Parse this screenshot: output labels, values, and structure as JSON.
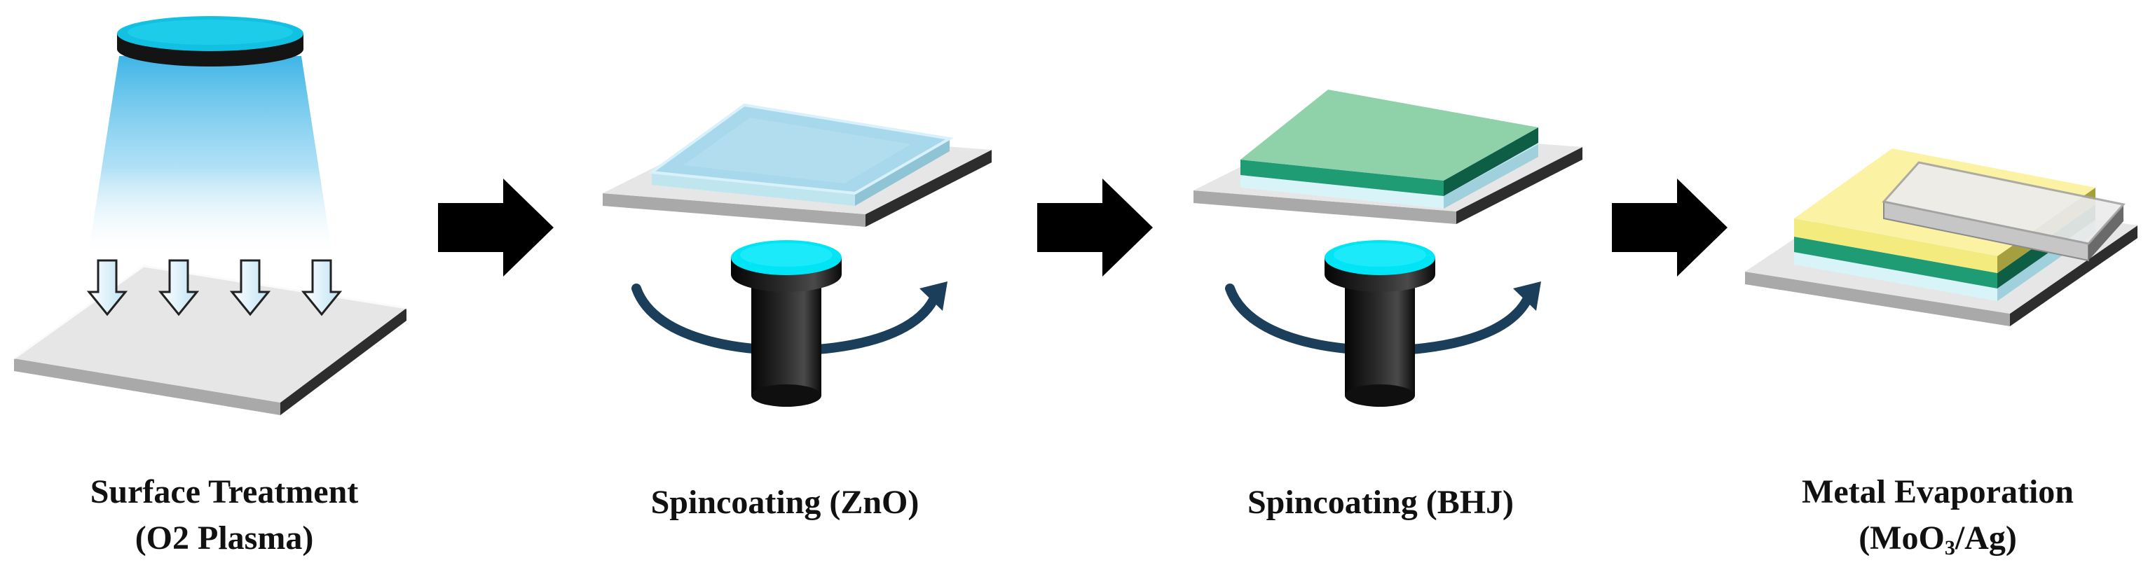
{
  "steps": [
    {
      "line1": "Surface Treatment",
      "line2": "(O2 Plasma)",
      "icon": "plasma-treatment-icon"
    },
    {
      "line1": "Spincoating (ZnO)",
      "icon": "spincoater-icon"
    },
    {
      "line1": "Spincoating (BHJ)",
      "icon": "spincoater-icon"
    },
    {
      "line1": "Metal Evaporation",
      "line2_pre": "(MoO",
      "line2_sub": "3",
      "line2_post": "/Ag)",
      "icon": "evaporated-device-icon"
    }
  ],
  "colors": {
    "substrate": "#e4e4e4",
    "zno_layer": "#cdeef7",
    "bhj_layer": "#7dcfa4",
    "moo3_layer": "#f8f2a0",
    "silver_electrode": "#dcdcdc",
    "chuck_top": "#00e5f5",
    "rotation_arrow": "#1b3f5a",
    "process_arrow": "#000000",
    "plasma_beam": "#3fb5e6"
  }
}
